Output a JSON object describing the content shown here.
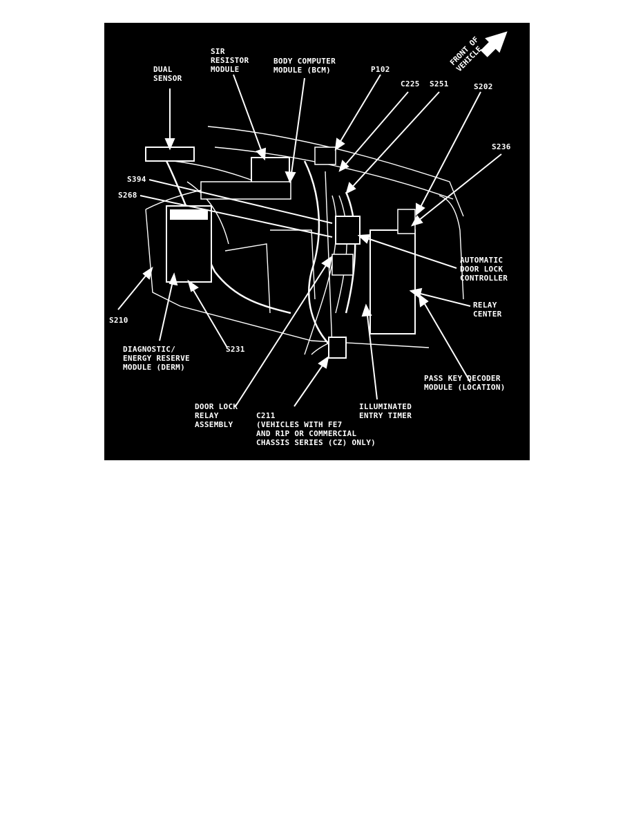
{
  "diagram": {
    "labels": {
      "dual_sensor": "DUAL\nSENSOR",
      "sir_resistor_module": "SIR\nRESISTOR\nMODULE",
      "body_computer_module": "BODY COMPUTER\nMODULE (BCM)",
      "p102": "P102",
      "c225": "C225",
      "s251": "S251",
      "s202": "S202",
      "front_of_vehicle": "FRONT OF\nVEHICLE",
      "s236": "S236",
      "s394": "S394",
      "s268": "S268",
      "automatic_door_lock_controller": "AUTOMATIC\nDOOR LOCK\nCONTROLLER",
      "relay_center": "RELAY\nCENTER",
      "s210": "S210",
      "diagnostic_energy_reserve_module": "DIAGNOSTIC/\nENERGY RESERVE\nMODULE (DERM)",
      "s231": "S231",
      "pass_key_decoder_module": "PASS KEY DECODER\nMODULE (LOCATION)",
      "door_lock_relay_assembly": "DOOR LOCK\nRELAY\nASSEMBLY",
      "c211": "C211\n(VEHICLES WITH FE7\nAND R1P OR COMMERCIAL\nCHASSIS SERIES (CZ) ONLY)",
      "illuminated_entry_timer": "ILLUMINATED\nENTRY TIMER"
    }
  }
}
